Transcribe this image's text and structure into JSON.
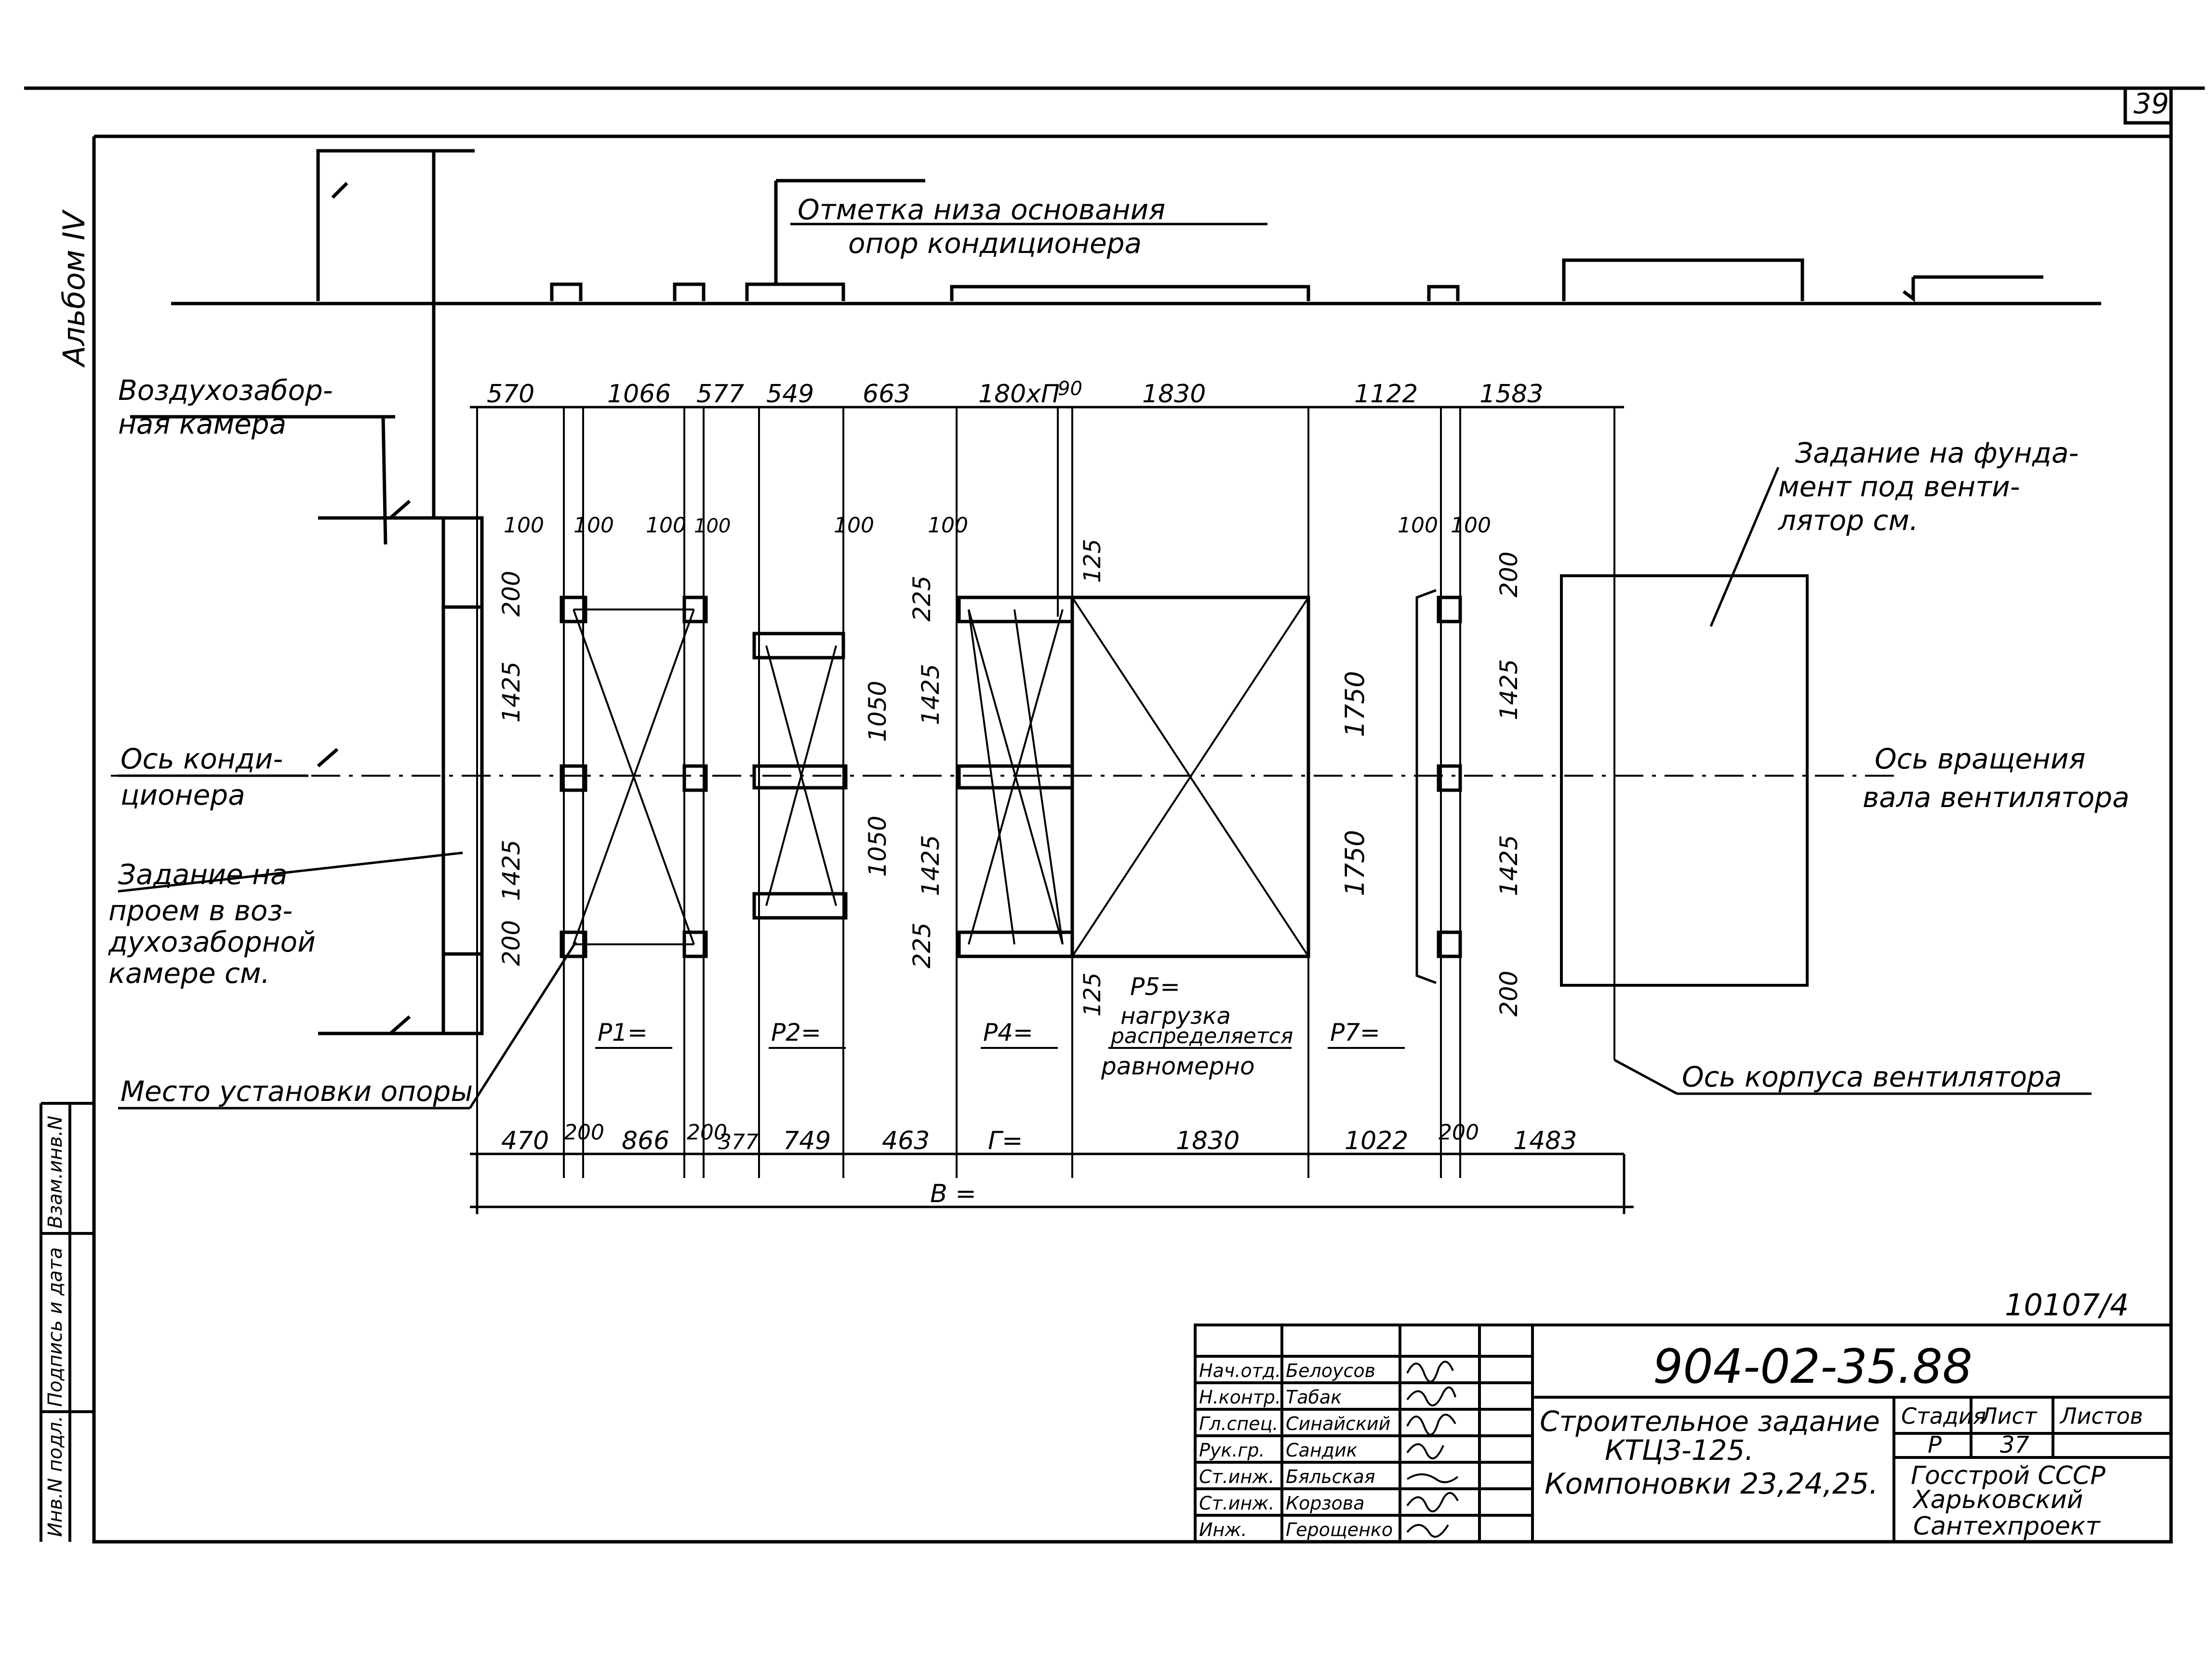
{
  "sheet_number": "39",
  "album_label": "Альбом IV",
  "foundation_level_label": [
    "Отметка низа основания",
    "опор кондиционера"
  ],
  "air_intake_chamber": [
    "Воздухозабор-",
    "ная камера"
  ],
  "fan_foundation_task": [
    "Задание на фунда-",
    "мент под венти-",
    "лятор см."
  ],
  "conditioner_axis": [
    "Ось конди-",
    "ционера"
  ],
  "fan_shaft_axis": [
    "Ось вращения",
    "вала вентилятора"
  ],
  "opening_task": [
    "Задание на",
    "проем в воз-",
    "духозаборной",
    "камере см."
  ],
  "support_place_label": "Место установки опоры",
  "fan_housing_axis": "Ось корпуса вентилятора",
  "top_dimensions": [
    "570",
    "1066",
    "577",
    "549",
    "663",
    "180хП",
    "90",
    "1830",
    "1122",
    "1583"
  ],
  "bottom_dimensions": [
    "470",
    "200",
    "866",
    "200",
    "377",
    "749",
    "463",
    "Г=",
    "1830",
    "1022",
    "200",
    "1483"
  ],
  "overall_dimension": "В =",
  "small_dims": {
    "d100": "100",
    "d200": "200",
    "d1425": "1425",
    "d1050": "1050",
    "d225": "225",
    "d125": "125",
    "d1750": "1750"
  },
  "loads": {
    "p1": "P1=",
    "p2": "P2=",
    "p4": "P4=",
    "p7": "P7=",
    "p5": "P5=",
    "p5_note": [
      "нагрузка",
      "распределяется",
      "равномерно"
    ]
  },
  "doc_number": "10107/4",
  "title_block": {
    "code": "904-02-35.88",
    "description": [
      "Строительное задание",
      "КТЦЗ-125.",
      "Компоновки 23,24,25."
    ],
    "stage_header": "Стадия",
    "sheet_header": "Лист",
    "sheets_header": "Листов",
    "stage": "Р",
    "sheet": "37",
    "org": [
      "Госстрой СССР",
      "Харьковский",
      "Сантехпроект"
    ],
    "staff": [
      {
        "role": "Нач.отд.",
        "name": "Белоусов"
      },
      {
        "role": "Н.контр.",
        "name": "Табак"
      },
      {
        "role": "Гл.спец.",
        "name": "Синайский"
      },
      {
        "role": "Рук.гр.",
        "name": "Сандик"
      },
      {
        "role": "Ст.инж.",
        "name": "Бяльская"
      },
      {
        "role": "Ст.инж.",
        "name": "Корзова"
      },
      {
        "role": "Инж.",
        "name": "Герощенко"
      }
    ]
  },
  "side_stamp": [
    "Взам.инв.N",
    "Подпись и дата",
    "Инв.N подл."
  ]
}
